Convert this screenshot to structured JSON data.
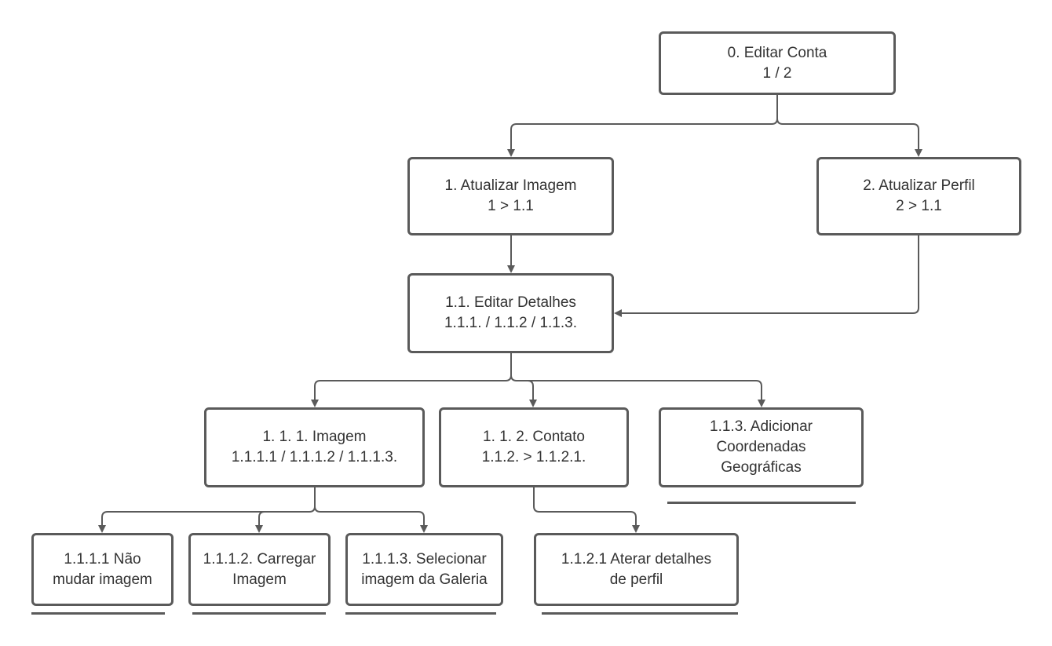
{
  "diagram": {
    "line_color": "#5a5a5a",
    "text_color": "#333333",
    "nodes": {
      "root": {
        "line1": "0. Editar Conta",
        "line2": "1 / 2"
      },
      "n1": {
        "line1": "1. Atualizar Imagem",
        "line2": "1 > 1.1"
      },
      "n2": {
        "line1": "2. Atualizar Perfil",
        "line2": "2 > 1.1"
      },
      "n11": {
        "line1": "1.1. Editar Detalhes",
        "line2": "1.1.1. / 1.1.2 / 1.1.3."
      },
      "n111": {
        "line1": "1. 1. 1. Imagem",
        "line2": "1.1.1.1 / 1.1.1.2 / 1.1.1.3."
      },
      "n112": {
        "line1": "1. 1. 2. Contato",
        "line2": "1.1.2. > 1.1.2.1."
      },
      "n113": {
        "line1": "1.1.3. Adicionar",
        "line2": "Coordenadas",
        "line3": "Geográficas"
      },
      "n1111": {
        "line1": "1.1.1.1 Não",
        "line2": "mudar imagem"
      },
      "n1112": {
        "line1": "1.1.1.2. Carregar",
        "line2": "Imagem"
      },
      "n1113": {
        "line1": "1.1.1.3. Selecionar",
        "line2": "imagem da Galeria"
      },
      "n1121": {
        "line1": "1.1.2.1 Aterar detalhes",
        "line2": "de perfil"
      }
    }
  }
}
